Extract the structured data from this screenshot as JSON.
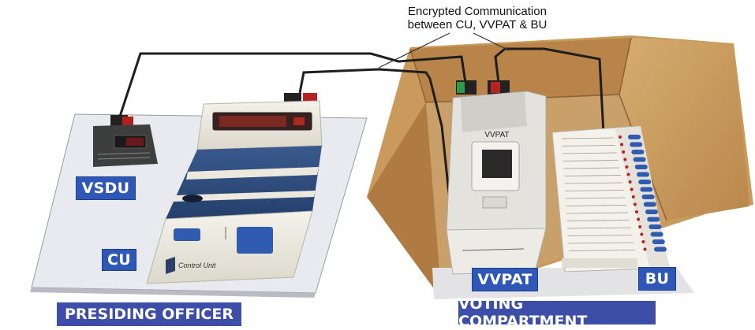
{
  "annotation": {
    "line1": "Encrypted Communication",
    "line2": "between CU, VVPAT & BU"
  },
  "labels": {
    "vsdu": "VSDU",
    "cu": "CU",
    "vvpat": "VVPAT",
    "bu": "BU"
  },
  "sections": {
    "presiding_officer": "PRESIDING OFFICER",
    "voting_compartment": "VOTING COMPARTMENT"
  },
  "device_text": {
    "vvpat_window": "VVPAT",
    "cu_brand": "Control Unit"
  },
  "colors": {
    "label_blue": "#2f57b8",
    "section_blue": "#3c4ea8",
    "cardboard": "#c89a5e"
  }
}
